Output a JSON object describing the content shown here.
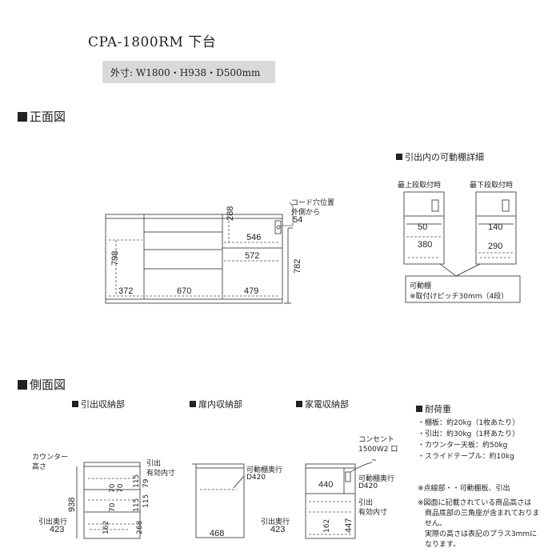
{
  "product_title": "CPA-1800RM 下台",
  "outer_dims": "外寸: W1800・H938・D500mm",
  "front_view": {
    "heading": "正面図",
    "cord_hole_label_1": "コード穴位置",
    "cord_hole_label_2": "外側から",
    "cord_hole_offset": "54",
    "dim_288": "288",
    "dim_546": "546",
    "dim_572": "572",
    "dim_798": "798",
    "dim_372": "372",
    "dim_670": "670",
    "dim_479": "479",
    "dim_782": "782"
  },
  "drawer_detail": {
    "heading": "引出内の可動棚詳細",
    "top_label": "最上段取付時",
    "bottom_label": "最下段取付時",
    "top_dim_a": "50",
    "top_dim_b": "380",
    "bottom_dim_a": "140",
    "bottom_dim_b": "290",
    "note_title": "可動棚",
    "note_body": "※取付けピッチ30mm（4段）"
  },
  "side_view": {
    "heading": "側面図",
    "drawer_storage": "引出収納部",
    "door_storage": "扉内収納部",
    "appliance_storage": "家電収納部",
    "counter_height_1": "カウンター",
    "counter_height_2": "高さ",
    "drawer_inner_1": "引出",
    "drawer_inner_2": "有効内寸",
    "dims_938": "938",
    "dims_inner": [
      "70",
      "70",
      "70",
      "162"
    ],
    "dims_right": [
      "115",
      "115",
      "268"
    ],
    "dims_right_top": [
      "79",
      "115"
    ],
    "drawer_depth_label": "引出奥行",
    "drawer_depth": "423",
    "shelf_depth_label_1": "可動棚奥行",
    "shelf_depth_label_2": "D420",
    "door_depth": "468",
    "outlet_1": "コンセント",
    "outlet_2": "1500W2 口",
    "appliance_depth": "440",
    "app_shelf_label_1": "可動棚奥行",
    "app_shelf_label_2": "D420",
    "app_drawer_1": "引出",
    "app_drawer_2": "有効内寸",
    "app_dim_162": "162",
    "app_dim_447": "447",
    "app_depth_label": "引出奥行",
    "app_depth": "423"
  },
  "load": {
    "heading": "耐荷重",
    "items": [
      "・棚板：約20kg（1枚あたり）",
      "・引出：約30kg（1杯あたり）",
      "・カウンター天板：約50kg",
      "・スライドテーブル：約10kg"
    ],
    "note_dotted": "※点線部・・可動棚板、引出",
    "note_height": [
      "※図面に記載されている商品高さは",
      "　商品底部の三角座が含まれておりま",
      "　せん。",
      "　実際の高さは表記のプラス3mmに",
      "　なります。"
    ]
  }
}
